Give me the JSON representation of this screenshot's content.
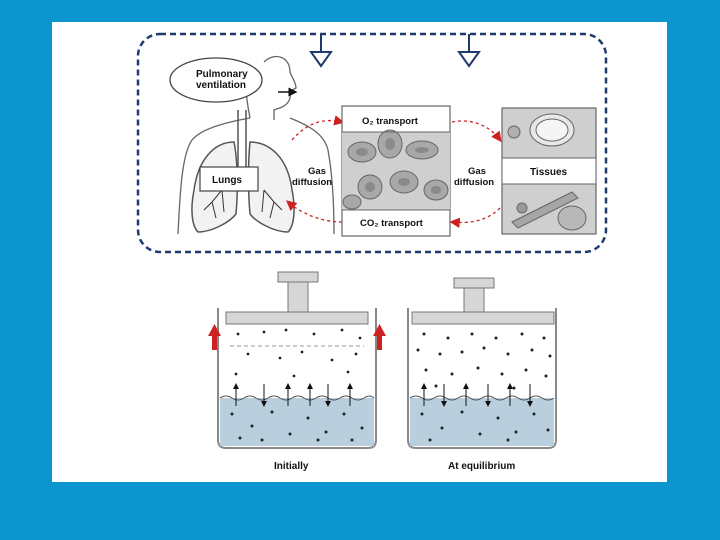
{
  "colors": {
    "background": "#0b96d0",
    "frame": "#1f3b6e",
    "arrow_red": "#cc2222",
    "water": "#b9cfdd",
    "piston": "#d6d6d6"
  },
  "top_diagram": {
    "pulmonary_line1": "Pulmonary",
    "pulmonary_line2": "ventilation",
    "lungs": "Lungs",
    "gas_diffusion_left_line1": "Gas",
    "gas_diffusion_left_line2": "diffusion",
    "o2_transport": "O₂ transport",
    "co2_transport": "CO₂ transport",
    "gas_diffusion_right_line1": "Gas",
    "gas_diffusion_right_line2": "diffusion",
    "tissues": "Tissues"
  },
  "bottom_diagram": {
    "initially": "Initially",
    "at_equilibrium": "At equilibrium"
  }
}
